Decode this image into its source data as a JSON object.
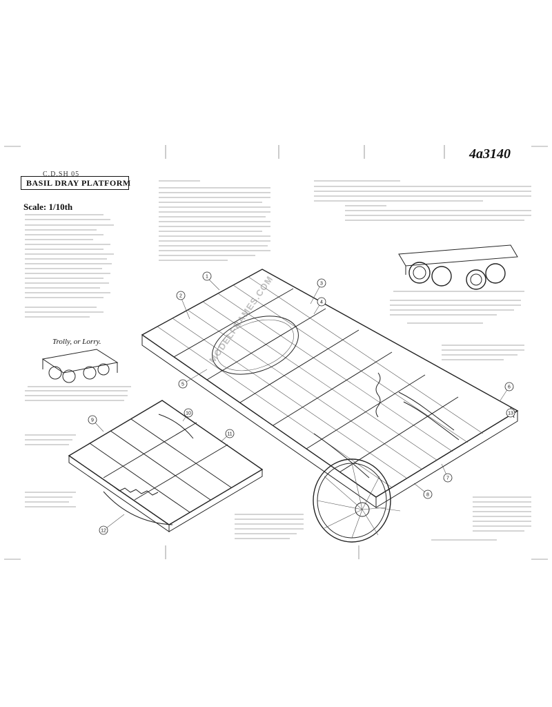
{
  "header": {
    "ref": "C.D.SH 05",
    "catalogue_number": "4a3140",
    "title": "BASIL DRAY PLATFORM",
    "scale": "Scale: 1/10th",
    "trolley_caption": "Trolly, or Lorry."
  },
  "watermark": "MODELFRAMES.COM",
  "callout_numbers": [
    "1",
    "2",
    "3",
    "4",
    "5",
    "6",
    "7",
    "8",
    "9",
    "10",
    "11",
    "12",
    "13"
  ],
  "colors": {
    "ink": "#111111",
    "paper": "#ffffff",
    "watermark": "#8a8a8a"
  }
}
